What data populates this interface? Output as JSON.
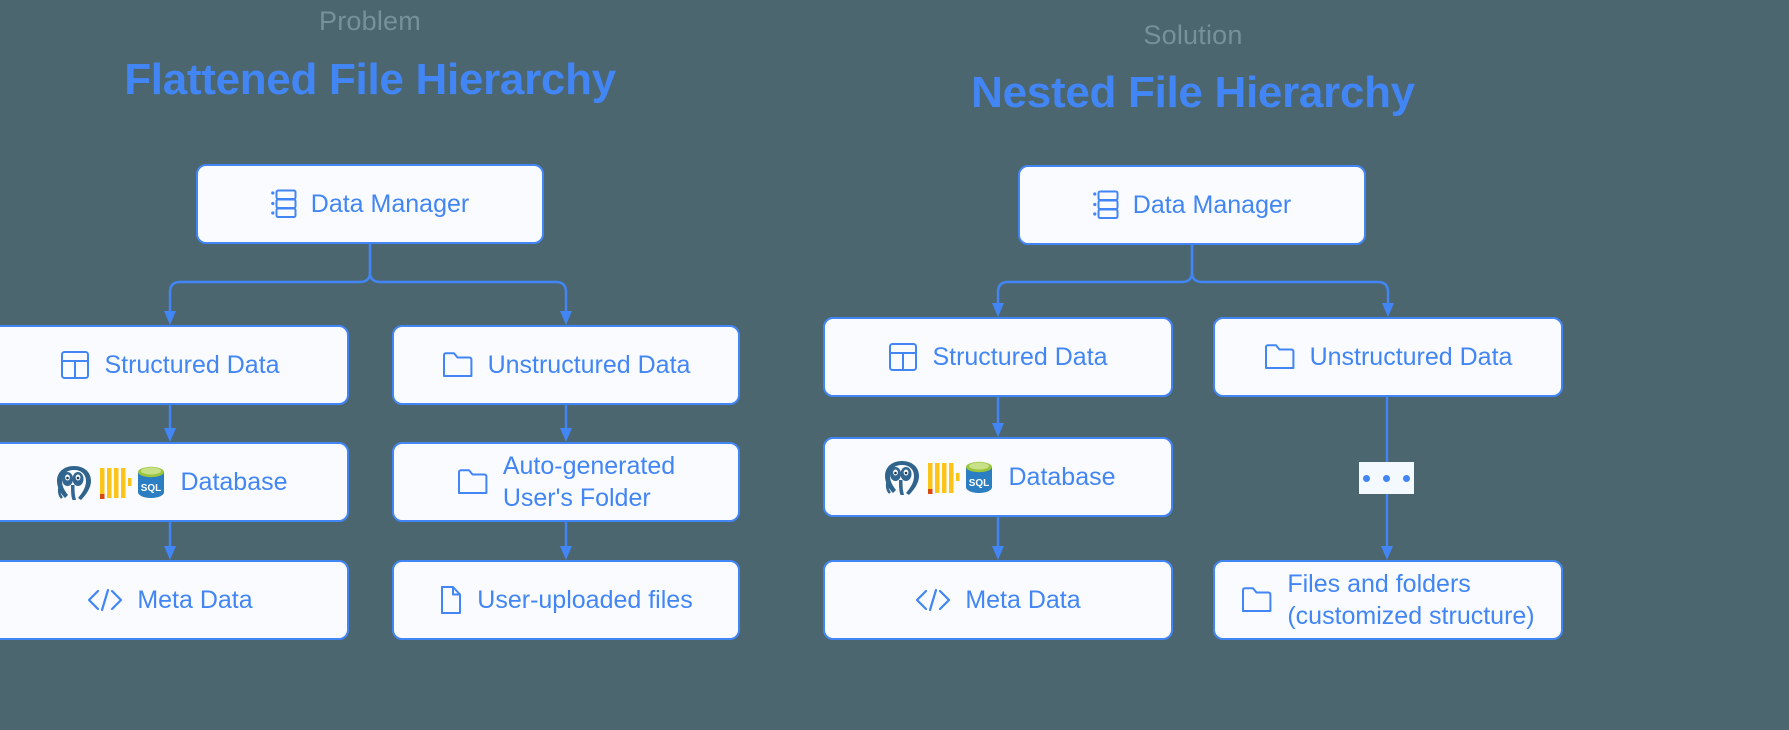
{
  "background_color": "#4c6670",
  "accent_color": "#4285f4",
  "kicker_color": "#76919a",
  "panels": [
    {
      "kicker": "Problem",
      "headline": "Flattened File Hierarchy",
      "root": {
        "label": "Data Manager",
        "icon": "server-icon"
      },
      "branches": [
        {
          "name": "structured",
          "nodes": [
            {
              "label": "Structured Data",
              "icon": "table-icon"
            },
            {
              "label": "Database",
              "icon": "database-logos"
            },
            {
              "label": "Meta Data",
              "icon": "code-icon"
            }
          ]
        },
        {
          "name": "unstructured",
          "nodes": [
            {
              "label": "Unstructured Data",
              "icon": "folder-icon"
            },
            {
              "label": "Auto-generated\nUser's Folder",
              "icon": "folder-icon"
            },
            {
              "label": "User-uploaded files",
              "icon": "file-icon"
            }
          ]
        }
      ]
    },
    {
      "kicker": "Solution",
      "headline": "Nested File Hierarchy",
      "root": {
        "label": "Data Manager",
        "icon": "server-icon"
      },
      "branches": [
        {
          "name": "structured",
          "nodes": [
            {
              "label": "Structured Data",
              "icon": "table-icon"
            },
            {
              "label": "Database",
              "icon": "database-logos"
            },
            {
              "label": "Meta Data",
              "icon": "code-icon"
            }
          ]
        },
        {
          "name": "unstructured",
          "nodes": [
            {
              "label": "Unstructured Data",
              "icon": "folder-icon"
            },
            {
              "label": "",
              "icon": "ellipsis-icon"
            },
            {
              "label": "Files and folders\n(customized structure)",
              "icon": "folder-icon"
            }
          ]
        }
      ]
    }
  ],
  "database_logos": {
    "postgres": "postgresql-elephant-logo",
    "mariadb": "mariadb-bars-logo",
    "mysql": "mysql-sql-cylinder-logo"
  }
}
